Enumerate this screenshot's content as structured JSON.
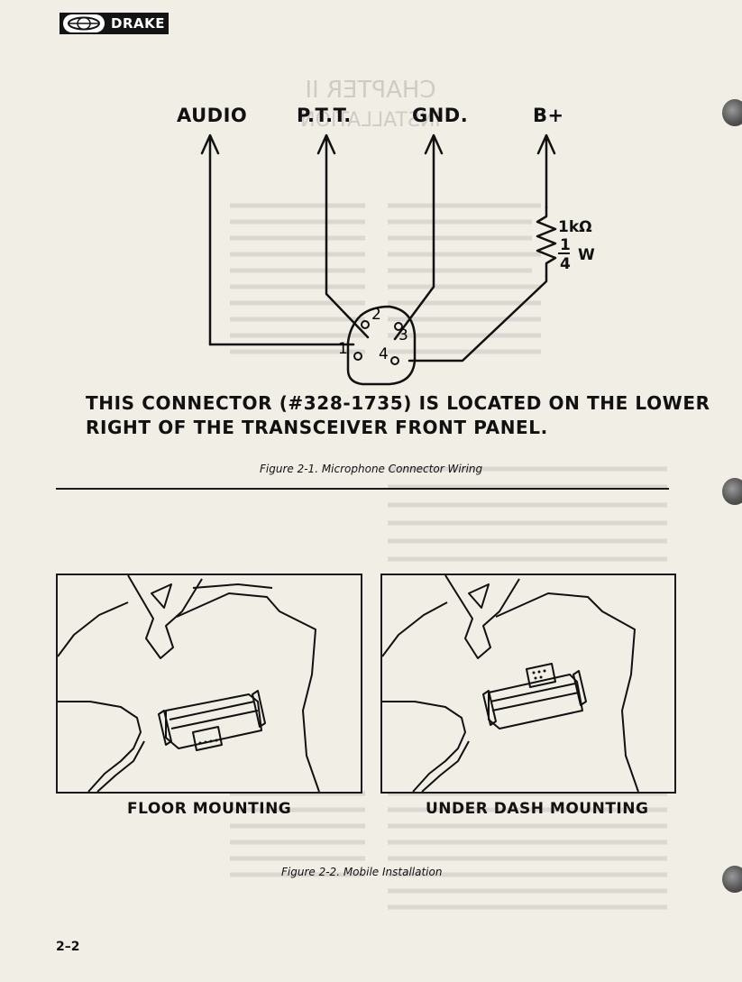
{
  "header": {
    "brand": "DRAKE"
  },
  "bleed_through": {
    "chapter": "CHAPTER II",
    "section": "INSTALLATION"
  },
  "connector_diagram": {
    "labels": {
      "audio": "AUDIO",
      "ptt": "P.T.T.",
      "gnd": "GND.",
      "bplus": "B+"
    },
    "resistor": {
      "value": "1kΩ",
      "watt_num": "1",
      "watt_den": "4",
      "watt_unit": "W"
    },
    "pins": [
      "1",
      "2",
      "3",
      "4"
    ],
    "notice_line1": "THIS CONNECTOR (#328-1735) IS LOCATED ON THE LOWER",
    "notice_line2": "RIGHT OF THE TRANSCEIVER FRONT PANEL."
  },
  "figure1_caption": "Figure 2-1.  Microphone Connector Wiring",
  "mounting": {
    "floor_label": "FLOOR MOUNTING",
    "dash_label": "UNDER DASH MOUNTING"
  },
  "figure2_caption": "Figure 2-2.  Mobile Installation",
  "page_number": "2–2",
  "colors": {
    "paper": "#f1eee6",
    "ink": "#111111",
    "hole": "#555555"
  }
}
